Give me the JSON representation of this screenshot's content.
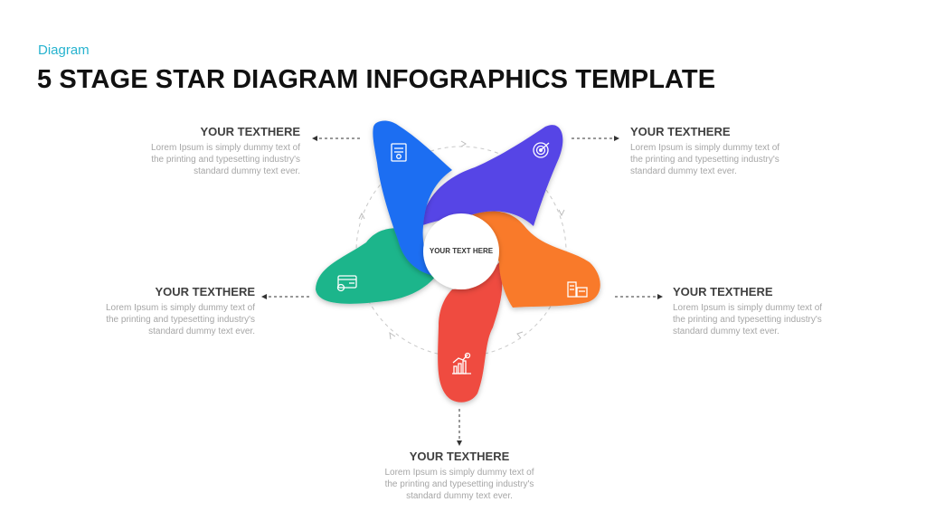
{
  "header": {
    "category": "Diagram",
    "title": "5 STAGE STAR DIAGRAM INFOGRAPHICS TEMPLATE"
  },
  "center_label": "YOUR TEXT HERE",
  "stages": [
    {
      "heading": "YOUR TEXTHERE",
      "body": "Lorem Ipsum is simply dummy text of the printing and typesetting industry's standard dummy text ever.",
      "color": "#1f6ef2",
      "icon": "certificate-icon"
    },
    {
      "heading": "YOUR TEXTHERE",
      "body": "Lorem Ipsum is simply dummy text of the printing and typesetting industry's standard dummy text ever.",
      "color": "#5745e6",
      "icon": "target-icon"
    },
    {
      "heading": "YOUR TEXTHERE",
      "body": "Lorem Ipsum is simply dummy text of the printing and typesetting industry's standard dummy text ever.",
      "color": "#f97a2c",
      "icon": "calculator-icon"
    },
    {
      "heading": "YOUR TEXTHERE",
      "body": "Lorem Ipsum is simply dummy text of the printing and typesetting industry's standard dummy text ever.",
      "color": "#ef4b3f",
      "icon": "growth-chart-icon"
    },
    {
      "heading": "YOUR TEXTHERE",
      "body": "Lorem Ipsum is simply dummy text of the printing and typesetting industry's standard dummy text ever.",
      "color": "#1fb58b",
      "icon": "payment-card-icon"
    }
  ]
}
